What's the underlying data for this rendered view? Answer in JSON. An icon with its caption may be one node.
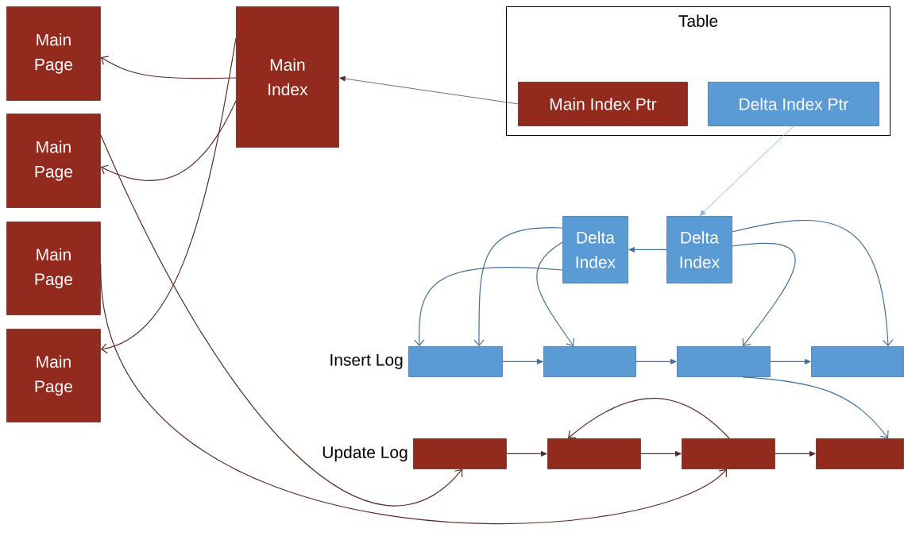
{
  "diagram": {
    "nodes": [
      {
        "text": [
          "Main Page"
        ]
      },
      {
        "text": [
          "Main Page"
        ]
      },
      {
        "text": [
          "Main Page"
        ]
      },
      {
        "text": [
          "Main Page"
        ]
      },
      {
        "text": [
          "Main Index"
        ]
      },
      {
        "text": [
          "Table"
        ]
      },
      {
        "text": [
          "Main Index Ptr"
        ],
        "in": 5
      },
      {
        "text": [
          "Delta Index Ptr"
        ],
        "in": 5
      },
      {
        "text": [
          "Delta Index"
        ]
      },
      {
        "text": [
          "Delta Index"
        ]
      },
      {
        "text": [],
        "shape": "box",
        "beside": [
          "Insert Log"
        ]
      },
      {
        "text": [],
        "shape": "box"
      },
      {
        "text": [],
        "shape": "box"
      },
      {
        "text": [],
        "shape": "box"
      },
      {
        "text": [],
        "shape": "box",
        "beside": [
          "Update Log"
        ]
      },
      {
        "text": [],
        "shape": "box"
      },
      {
        "text": [],
        "shape": "box"
      },
      {
        "text": [],
        "shape": "box"
      }
    ],
    "edges": [
      {
        "from": 4,
        "to": 0,
        "arrow": "to",
        "color": "#5c2a24"
      },
      {
        "from": 4,
        "to": 1,
        "arrow": "to",
        "color": "#5c2a24"
      },
      {
        "from": 4,
        "to": 3,
        "arrow": "to",
        "color": "#5c2a24"
      },
      {
        "from": 1,
        "to": 14,
        "arrow": "to",
        "color": "#5c2a24"
      },
      {
        "from": 2,
        "to": 16,
        "arrow": "to",
        "color": "#5c2a24"
      },
      {
        "from": 6,
        "to": 4,
        "arrow": "to",
        "color": "#5c2a24"
      },
      {
        "from": 7,
        "to": 9,
        "arrow": "to",
        "color": "#8fb4de"
      },
      {
        "from": 9,
        "to": 8,
        "arrow": "to",
        "color": "#41719c"
      },
      {
        "from": 8,
        "to": 10,
        "arrow": "to",
        "color": "#41719c"
      },
      {
        "from": 8,
        "to": 10,
        "arrow": "to",
        "color": "#41719c"
      },
      {
        "from": 8,
        "to": 11,
        "arrow": "to",
        "color": "#41719c"
      },
      {
        "from": 9,
        "to": 12,
        "arrow": "to",
        "color": "#41719c"
      },
      {
        "from": 9,
        "to": 13,
        "arrow": "to",
        "color": "#41719c"
      },
      {
        "from": 10,
        "to": 11,
        "arrow": "to",
        "color": "#41719c"
      },
      {
        "from": 11,
        "to": 12,
        "arrow": "to",
        "color": "#41719c"
      },
      {
        "from": 12,
        "to": 13,
        "arrow": "to",
        "color": "#41719c"
      },
      {
        "from": 12,
        "to": 17,
        "arrow": "to",
        "color": "#41719c"
      },
      {
        "from": 14,
        "to": 15,
        "arrow": "to",
        "color": "#5c2a24"
      },
      {
        "from": 15,
        "to": 16,
        "arrow": "to",
        "color": "#5c2a24"
      },
      {
        "from": 16,
        "to": 17,
        "arrow": "to",
        "color": "#5c2a24"
      },
      {
        "from": 16,
        "to": 15,
        "arrow": "to",
        "color": "#5c2a24"
      }
    ]
  }
}
